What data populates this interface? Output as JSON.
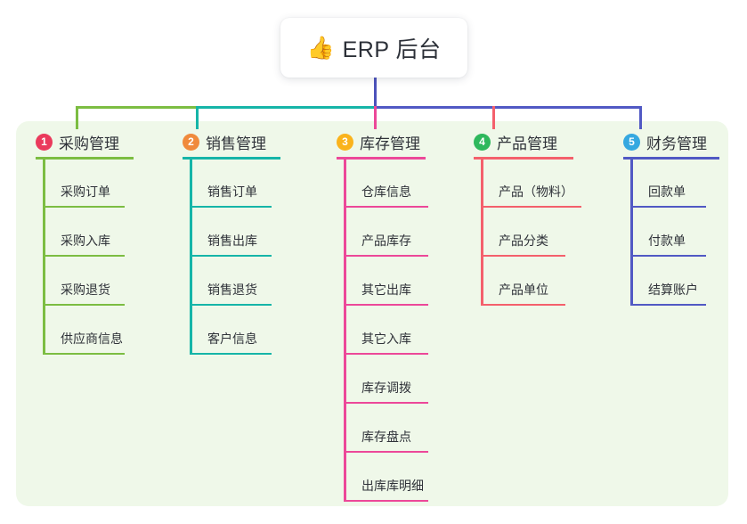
{
  "root": {
    "icon": "thumbs-up-icon",
    "emoji": "👍",
    "title": "ERP 后台"
  },
  "theme": {
    "panel_bg": "#eff8e9",
    "card_bg": "#ffffff",
    "text": "#2f3239",
    "root_stem": "#4c52bb",
    "bus_green": "#7cbd42",
    "bus_teal": "#16b5a8",
    "bus_blue": "#5159c4"
  },
  "branches": [
    {
      "number": "1",
      "title": "采购管理",
      "badge_color": "#ea3a5c",
      "line_color": "#7cbd42",
      "items": [
        {
          "label": "采购订单"
        },
        {
          "label": "采购入库"
        },
        {
          "label": "采购退货"
        },
        {
          "label": "供应商信息"
        }
      ]
    },
    {
      "number": "2",
      "title": "销售管理",
      "badge_color": "#f08a3c",
      "line_color": "#16b5a8",
      "items": [
        {
          "label": "销售订单"
        },
        {
          "label": "销售出库"
        },
        {
          "label": "销售退货"
        },
        {
          "label": "客户信息"
        }
      ]
    },
    {
      "number": "3",
      "title": "库存管理",
      "badge_color": "#fab31c",
      "line_color": "#ec4899",
      "items": [
        {
          "label": "仓库信息"
        },
        {
          "label": "产品库存"
        },
        {
          "label": "其它出库"
        },
        {
          "label": "其它入库"
        },
        {
          "label": "库存调拨"
        },
        {
          "label": "库存盘点"
        },
        {
          "label": "出库库明细"
        }
      ]
    },
    {
      "number": "4",
      "title": "产品管理",
      "badge_color": "#2eb85c",
      "line_color": "#f4606c",
      "items": [
        {
          "label": "产品（物料）"
        },
        {
          "label": "产品分类"
        },
        {
          "label": "产品单位"
        }
      ]
    },
    {
      "number": "5",
      "title": "财务管理",
      "badge_color": "#35a8e0",
      "line_color": "#5159c4",
      "items": [
        {
          "label": "回款单"
        },
        {
          "label": "付款单"
        },
        {
          "label": "结算账户"
        }
      ]
    }
  ]
}
